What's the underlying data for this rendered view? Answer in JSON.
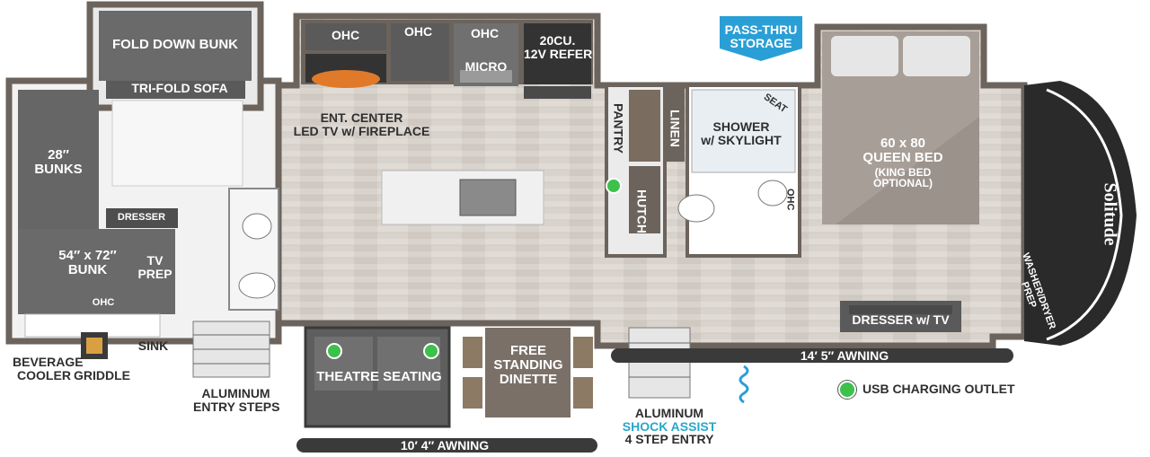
{
  "labels": {
    "fold_down_bunk": "FOLD DOWN BUNK",
    "tri_fold_sofa": "TRI-FOLD SOFA",
    "bunks_28_line1": "28″",
    "bunks_28_line2": "BUNKS",
    "dresser_left": "DRESSER",
    "bunk_54_line1": "54″ x 72″",
    "bunk_54_line2": "BUNK",
    "tv_prep_line1": "TV",
    "tv_prep_line2": "PREP",
    "ohc_bunk": "OHC",
    "sink": "SINK",
    "beverage_cooler_line1": "BEVERAGE",
    "beverage_cooler_line2": "COOLER",
    "griddle": "GRIDDLE",
    "aluminum_entry_steps_line1": "ALUMINUM",
    "aluminum_entry_steps_line2": "ENTRY STEPS",
    "ohc_1": "OHC",
    "ohc_2": "OHC",
    "ohc_3": "OHC",
    "micro": "MICRO",
    "refer_line1": "20CU.",
    "refer_line2": "12V REFER",
    "ent_center_line1": "ENT. CENTER",
    "ent_center_line2": "LED TV w/ FIREPLACE",
    "pantry": "PANTRY",
    "hutch": "HUTCH",
    "linen": "LINEN",
    "shower_line1": "SHOWER",
    "shower_line2": "w/ SKYLIGHT",
    "seat": "SEAT",
    "ohc_bath": "OHC",
    "pass_thru_line1": "PASS-THRU",
    "pass_thru_line2": "STORAGE",
    "bed_line1": "60 x 80",
    "bed_line2": "QUEEN BED",
    "bed_line3": "(KING BED",
    "bed_line4": "OPTIONAL)",
    "washer_dryer_line1": "WASHER/DRYER",
    "washer_dryer_line2": "PREP",
    "brand": "Solitude",
    "dresser_tv": "DRESSER w/ TV",
    "awning_14": "14′ 5″ AWNING",
    "awning_10": "10′ 4″ AWNING",
    "theatre_seating": "THEATRE SEATING",
    "dinette_line1": "FREE",
    "dinette_line2": "STANDING",
    "dinette_line3": "DINETTE",
    "entry_line1": "ALUMINUM",
    "entry_line2": "SHOCK ASSIST",
    "entry_line3": "4 STEP ENTRY",
    "legend_usb": "USB CHARGING OUTLET"
  },
  "colors": {
    "wall": "#6b635c",
    "floor": "#d9d4cd",
    "furniture_dark": "#5f5f5f",
    "bed": "#a79e98",
    "counter": "#e5e5e5",
    "accent_blue": "#2a9fd6",
    "usb_green": "#3cc14b",
    "awning": "#3a3a3a"
  }
}
